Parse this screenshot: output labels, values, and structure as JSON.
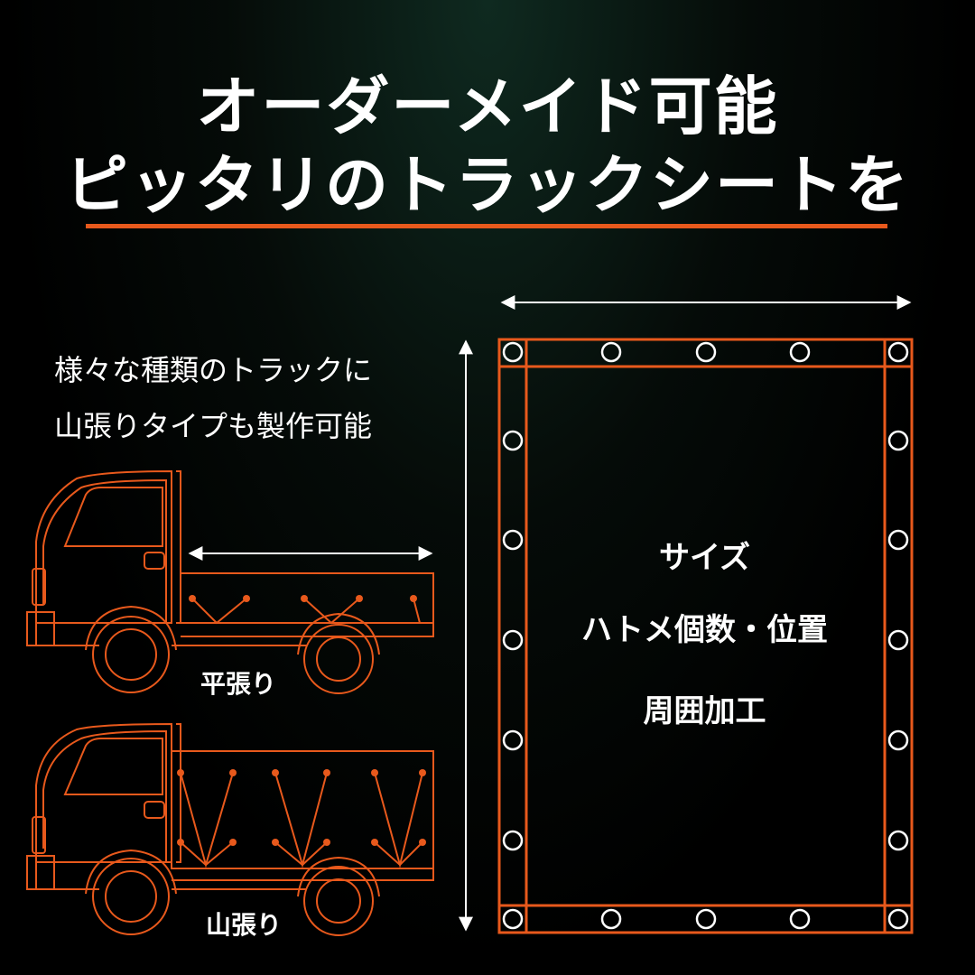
{
  "heading": {
    "line1": "オーダーメイド可能",
    "line2": "ピッタリのトラックシートを"
  },
  "intro": {
    "line1": "様々な種類のトラックに",
    "line2": "山張りタイプも製作可能"
  },
  "trucks": {
    "flat_label": "平張り",
    "mountain_label": "山張り"
  },
  "sheet": {
    "line1": "サイズ",
    "line2": "ハトメ個数・位置",
    "line3": "周囲加工"
  },
  "colors": {
    "accent": "#e8591c",
    "text": "#ffffff",
    "background": "#000000"
  }
}
